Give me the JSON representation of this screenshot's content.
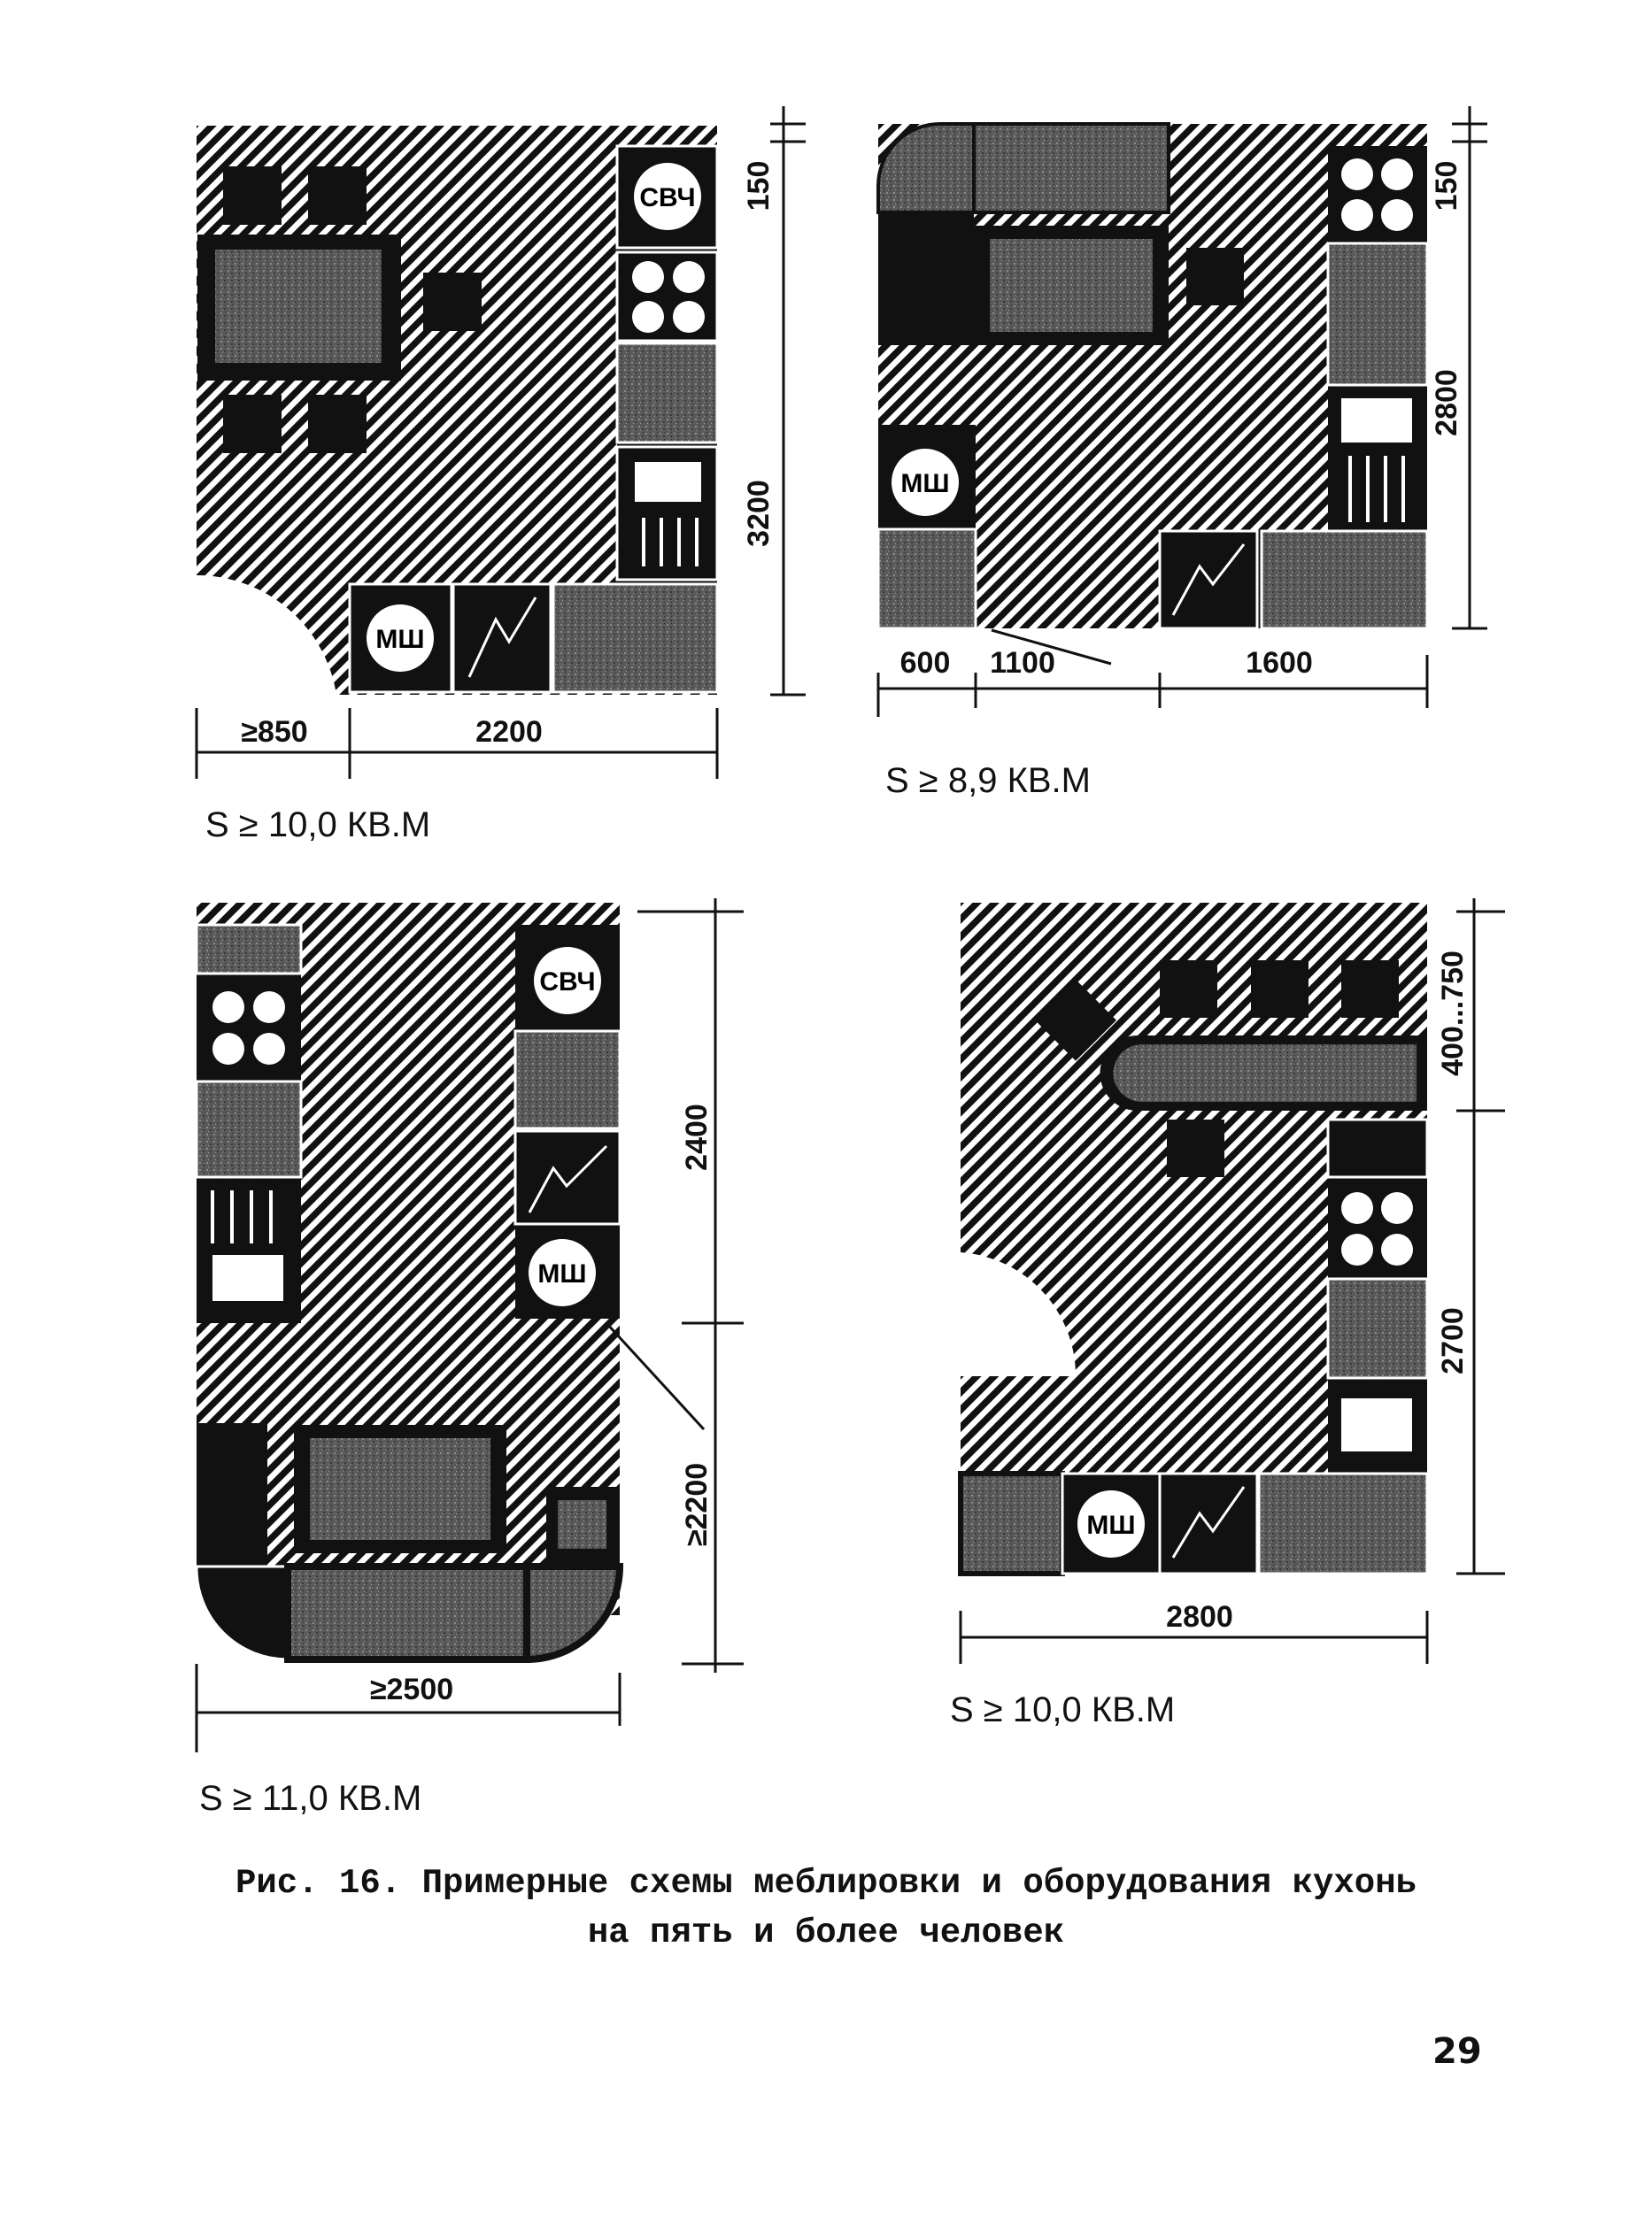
{
  "plans": [
    {
      "labels": {
        "microwave": "СВЧ",
        "dishwasher": "МШ"
      },
      "dims": [
        "150",
        "3200",
        "≥850",
        "2200"
      ],
      "area": "S ≥ 10,0 КВ.М"
    },
    {
      "labels": {
        "dishwasher": "МШ"
      },
      "dims": [
        "150",
        "2800",
        "600",
        "1100",
        "1600"
      ],
      "area": "S ≥ 8,9 КВ.М"
    },
    {
      "labels": {
        "microwave": "СВЧ",
        "dishwasher": "МШ"
      },
      "dims": [
        "2400",
        "≥2200",
        "≥2500"
      ],
      "area": "S ≥ 11,0 КВ.М"
    },
    {
      "labels": {
        "dishwasher": "МШ"
      },
      "dims": [
        "400...750",
        "2700",
        "2800"
      ],
      "area": "S ≥ 10,0 КВ.М"
    }
  ],
  "caption": {
    "line1": "Рис. 16. Примерные схемы меблировки и оборудования кухонь",
    "line2": "на пять и более человек"
  },
  "page_number": "29"
}
